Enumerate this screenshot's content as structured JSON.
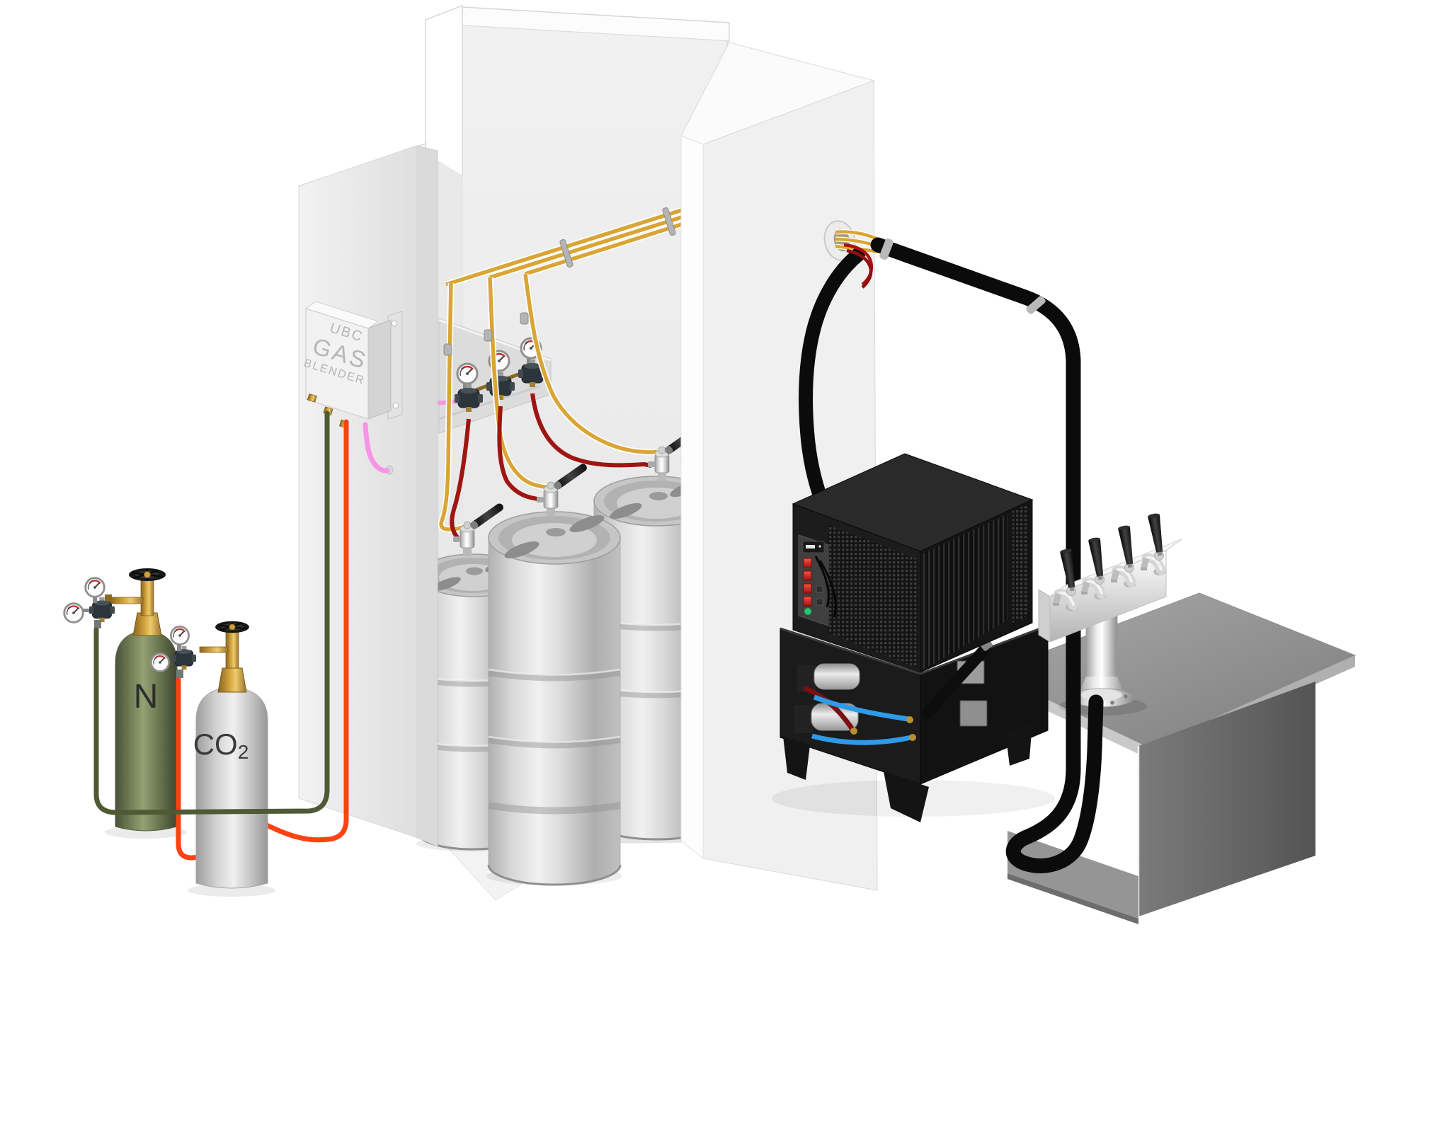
{
  "blender_box": {
    "brand": "UBC",
    "title": "GAS",
    "subtitle": "BLENDER"
  },
  "cylinders": {
    "nitrogen_label": "N",
    "co2_label_main": "CO",
    "co2_label_sub": "2"
  },
  "colors": {
    "beer_line": "#D9A536",
    "nitrogen_supply_line": "#4F5A35",
    "co2_supply_line": "#FF4213",
    "blended_gas_line": "#F794E6",
    "keg_gas_drop_line": "#9E1512",
    "glycol_line": "#2E9BE8",
    "trunk_housing": "#0B0B0B"
  }
}
